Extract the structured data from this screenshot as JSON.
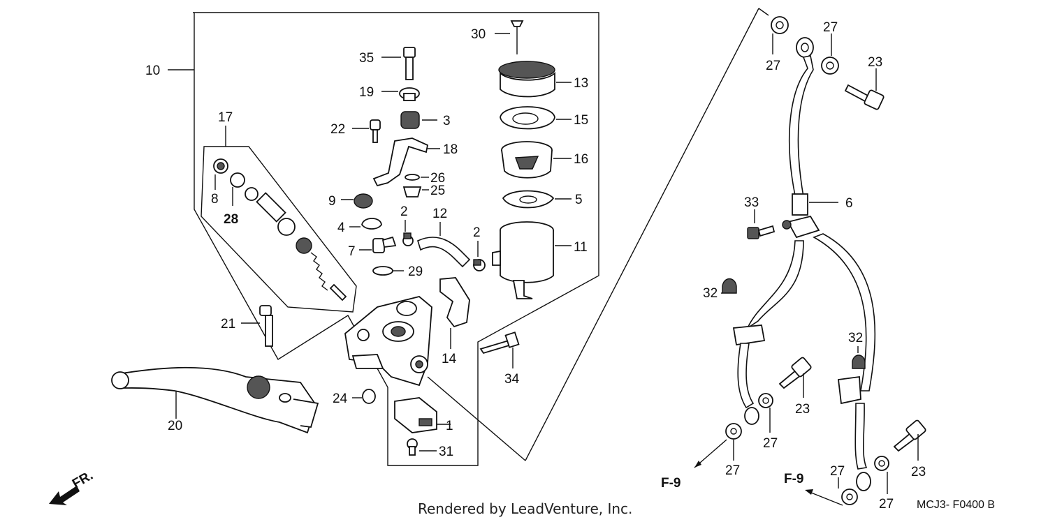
{
  "labels": {
    "l1": "1",
    "l2a": "2",
    "l2b": "2",
    "l3": "3",
    "l4": "4",
    "l5": "5",
    "l6": "6",
    "l7": "7",
    "l8": "8",
    "l9": "9",
    "l10": "10",
    "l11": "11",
    "l12": "12",
    "l13": "13",
    "l14": "14",
    "l15": "15",
    "l16": "16",
    "l17": "17",
    "l18": "18",
    "l19": "19",
    "l20": "20",
    "l21": "21",
    "l22": "22",
    "l23a": "23",
    "l23b": "23",
    "l23c": "23",
    "l24": "24",
    "l25": "25",
    "l26": "26",
    "l27a": "27",
    "l27b": "27",
    "l27c": "27",
    "l27d": "27",
    "l27e": "27",
    "l27f": "27",
    "l28": "28",
    "l29": "29",
    "l30": "30",
    "l31": "31",
    "l32a": "32",
    "l32b": "32",
    "l33": "33",
    "l34": "34",
    "l35": "35"
  },
  "refs": {
    "f9a": "F-9",
    "f9b": "F-9"
  },
  "front_arrow": "FR.",
  "diagram_code": "MCJ3- F0400  B",
  "credit": "Rendered by LeadVenture, Inc."
}
